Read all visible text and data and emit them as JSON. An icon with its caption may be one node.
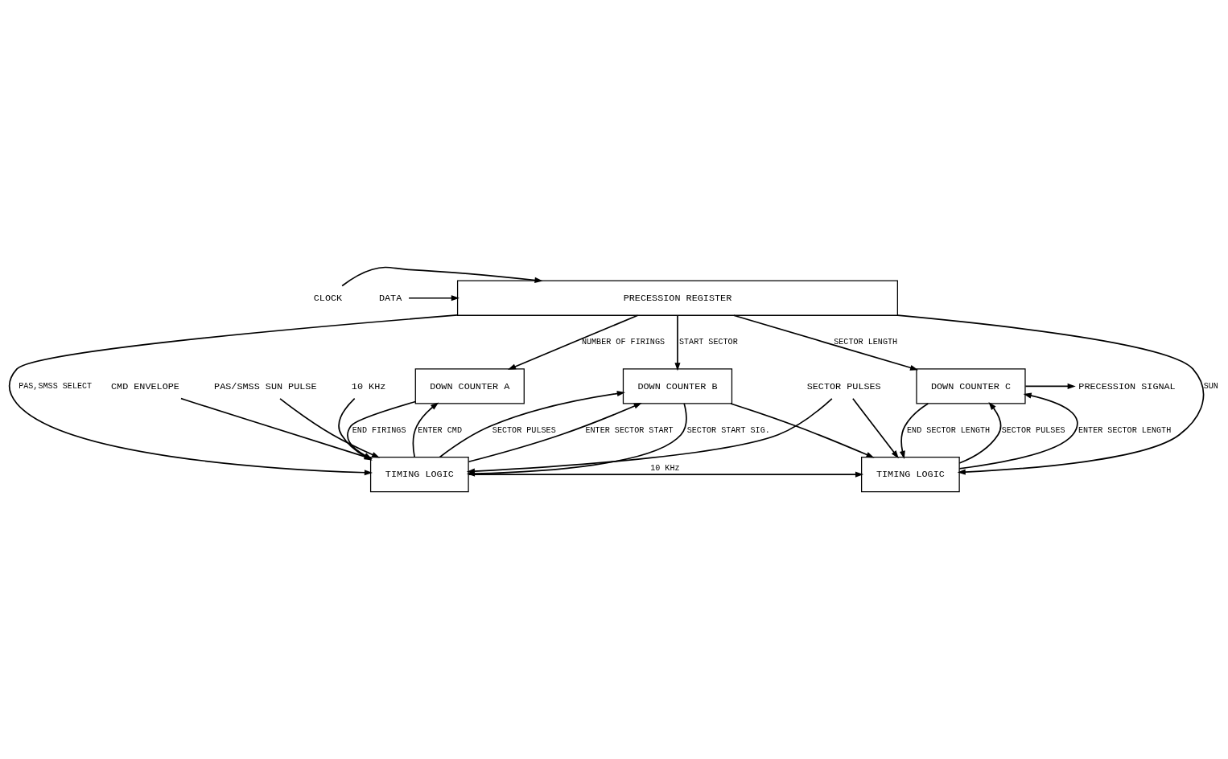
{
  "diagram": {
    "nodes": [
      {
        "text": [
          "PRECESSION REGISTER"
        ]
      },
      {
        "text": [
          "DOWN COUNTER A"
        ]
      },
      {
        "text": [
          "DOWN COUNTER B"
        ]
      },
      {
        "text": [
          "DOWN COUNTER C"
        ]
      },
      {
        "text": [
          "TIMING LOGIC"
        ]
      },
      {
        "text": [
          "TIMING LOGIC"
        ]
      },
      {
        "text": [
          "DATA"
        ]
      },
      {
        "text": [
          "CLOCK"
        ]
      },
      {
        "text": [
          "CMD ENVELOPE"
        ]
      },
      {
        "text": [
          "PAS/SMSS SUN PULSE"
        ]
      },
      {
        "text": [
          "10 KHz"
        ]
      },
      {
        "text": [
          "SECTOR PULSES"
        ]
      },
      {
        "text": [
          "PRECESSION SIGNAL"
        ]
      }
    ],
    "edges": [
      {
        "from": 6,
        "to": 0,
        "arrow": "to"
      },
      {
        "from": 7,
        "to": 0,
        "arrow": "to"
      },
      {
        "from": 0,
        "to": 1,
        "arrow": "to",
        "label": "NUMBER OF FIRINGS"
      },
      {
        "from": 0,
        "to": 4,
        "arrow": "to",
        "label": "PAS,SMSS SELECT"
      },
      {
        "from": 0,
        "to": 2,
        "arrow": "to",
        "label": "START SECTOR"
      },
      {
        "from": 0,
        "to": 5,
        "arrow": "to",
        "label": "SUN"
      },
      {
        "from": 0,
        "to": 3,
        "arrow": "to",
        "label": "SECTOR LENGTH"
      },
      {
        "from": 4,
        "to": 1,
        "arrow": "to",
        "label": "ENTER CMD"
      },
      {
        "from": 1,
        "to": 4,
        "arrow": "to",
        "label": "END FIRINGS"
      },
      {
        "from": 4,
        "to": 2,
        "arrow": "to",
        "label": "SECTOR PULSES"
      },
      {
        "from": 4,
        "to": 2,
        "arrow": "to",
        "label": "ENTER SECTOR START"
      },
      {
        "from": 2,
        "to": 4,
        "arrow": "to",
        "label": "SECTOR START SIG."
      },
      {
        "from": 2,
        "to": 5,
        "arrow": "to"
      },
      {
        "from": 4,
        "to": 5,
        "arrow": "to",
        "label": "10 KHz"
      },
      {
        "from": 5,
        "to": 3,
        "arrow": "to",
        "label": "SECTOR PULSES"
      },
      {
        "from": 5,
        "to": 3,
        "arrow": "to",
        "label": "ENTER SECTOR LENGTH"
      },
      {
        "from": 3,
        "to": 5,
        "arrow": "to",
        "label": "END SECTOR LENGTH"
      },
      {
        "from": 8,
        "to": 4,
        "arrow": "to"
      },
      {
        "from": 9,
        "to": 4,
        "arrow": "to"
      },
      {
        "from": 10,
        "to": 4,
        "arrow": "to"
      },
      {
        "from": 11,
        "to": 4,
        "arrow": "to"
      },
      {
        "from": 11,
        "to": 5,
        "arrow": "to"
      },
      {
        "from": 3,
        "to": 12,
        "arrow": "to"
      }
    ]
  }
}
